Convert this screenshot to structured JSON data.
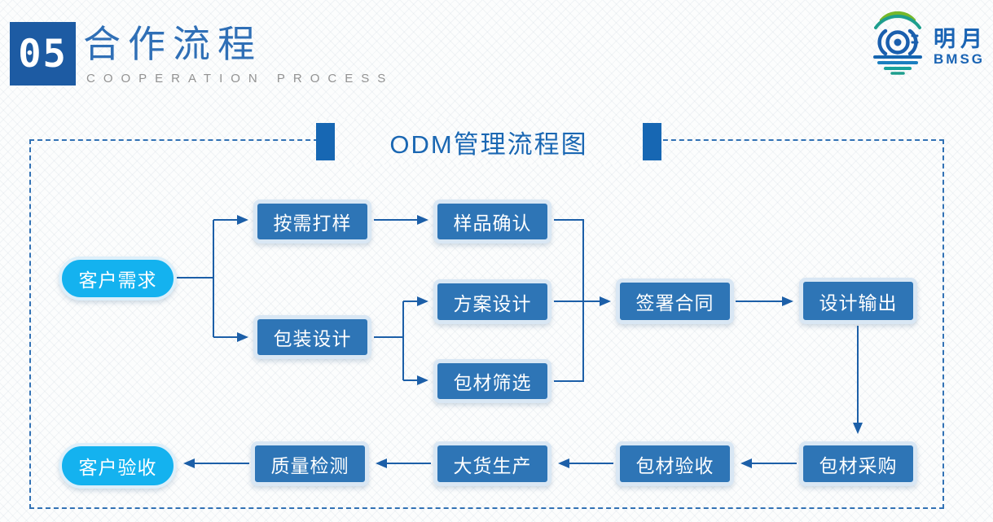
{
  "header": {
    "number": "05",
    "title": "合作流程",
    "subtitle": "COOPERATION  PROCESS",
    "logo": {
      "name": "明月",
      "abbr": "BMSG"
    }
  },
  "diagram": {
    "title": "ODM管理流程图",
    "nodes": {
      "customer_demand": {
        "label": "客户需求",
        "shape": "pill"
      },
      "sample_on_demand": {
        "label": "按需打样",
        "shape": "box"
      },
      "sample_confirm": {
        "label": "样品确认",
        "shape": "box"
      },
      "package_design": {
        "label": "包装设计",
        "shape": "box"
      },
      "solution_design": {
        "label": "方案设计",
        "shape": "box"
      },
      "material_screening": {
        "label": "包材筛选",
        "shape": "box"
      },
      "sign_contract": {
        "label": "签署合同",
        "shape": "box"
      },
      "design_output": {
        "label": "设计输出",
        "shape": "box"
      },
      "material_purchase": {
        "label": "包材采购",
        "shape": "box"
      },
      "material_inspection": {
        "label": "包材验收",
        "shape": "box"
      },
      "mass_production": {
        "label": "大货生产",
        "shape": "box"
      },
      "quality_testing": {
        "label": "质量检测",
        "shape": "box"
      },
      "customer_acceptance": {
        "label": "客户验收",
        "shape": "pill"
      }
    },
    "flow_order": [
      "customer_demand",
      "sample_on_demand",
      "sample_confirm",
      "package_design",
      "solution_design",
      "material_screening",
      "sign_contract",
      "design_output",
      "material_purchase",
      "material_inspection",
      "mass_production",
      "quality_testing",
      "customer_acceptance"
    ]
  },
  "colors": {
    "process_box": "#2e75b6",
    "terminal_pill": "#14b2ef",
    "arrow": "#1c5fa8",
    "accent_dark_blue": "#1d5ba3",
    "title_blue": "#1a67b3",
    "subtitle_gray": "#929292",
    "logo_blue": "#1a64b4",
    "logo_green": "#76b82a",
    "logo_teal": "#1e9e8e"
  }
}
